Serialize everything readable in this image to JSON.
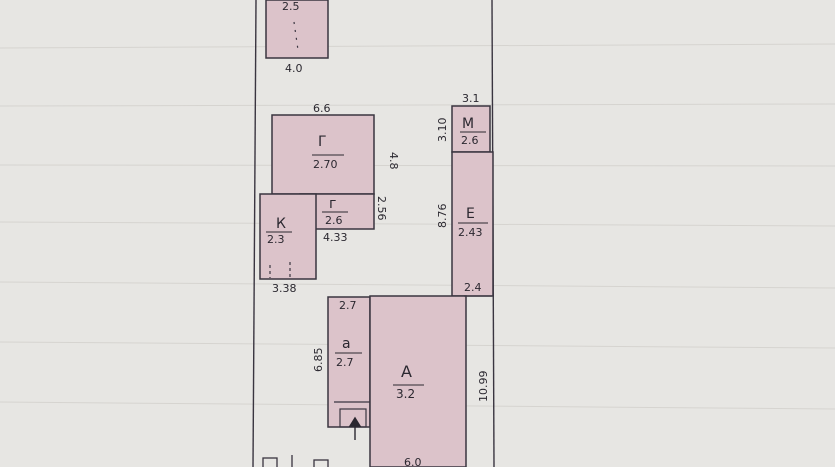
{
  "palette": {
    "paper": "#e7e6e3",
    "building_fill": "#dcc3ca",
    "outline": "#3a3540",
    "ink": "#2b2830",
    "grid_line": "#d6d4d0"
  },
  "buildings": [
    {
      "id": "top",
      "letter": "",
      "height": "2.5",
      "dims": [
        "4.0"
      ]
    },
    {
      "id": "g",
      "letter": "Г",
      "height": "2.70",
      "dims": [
        "6.6",
        "4.8"
      ]
    },
    {
      "id": "g2",
      "letter": "г",
      "height": "2.6",
      "dims": [
        "4.33",
        "2.56"
      ]
    },
    {
      "id": "k",
      "letter": "К",
      "height": "2.3",
      "dims": [
        "3.38"
      ]
    },
    {
      "id": "m",
      "letter": "М",
      "height": "2.6",
      "dims": [
        "3.1",
        "3.10"
      ]
    },
    {
      "id": "e",
      "letter": "Е",
      "height": "2.43",
      "dims": [
        "8.76",
        "2.4"
      ]
    },
    {
      "id": "a_small",
      "letter": "а",
      "height": "2.7",
      "dims": [
        "2.7",
        "6.85"
      ]
    },
    {
      "id": "a_main",
      "letter": "А",
      "height": "3.2",
      "dims": [
        "10.99",
        "6.0"
      ]
    }
  ]
}
